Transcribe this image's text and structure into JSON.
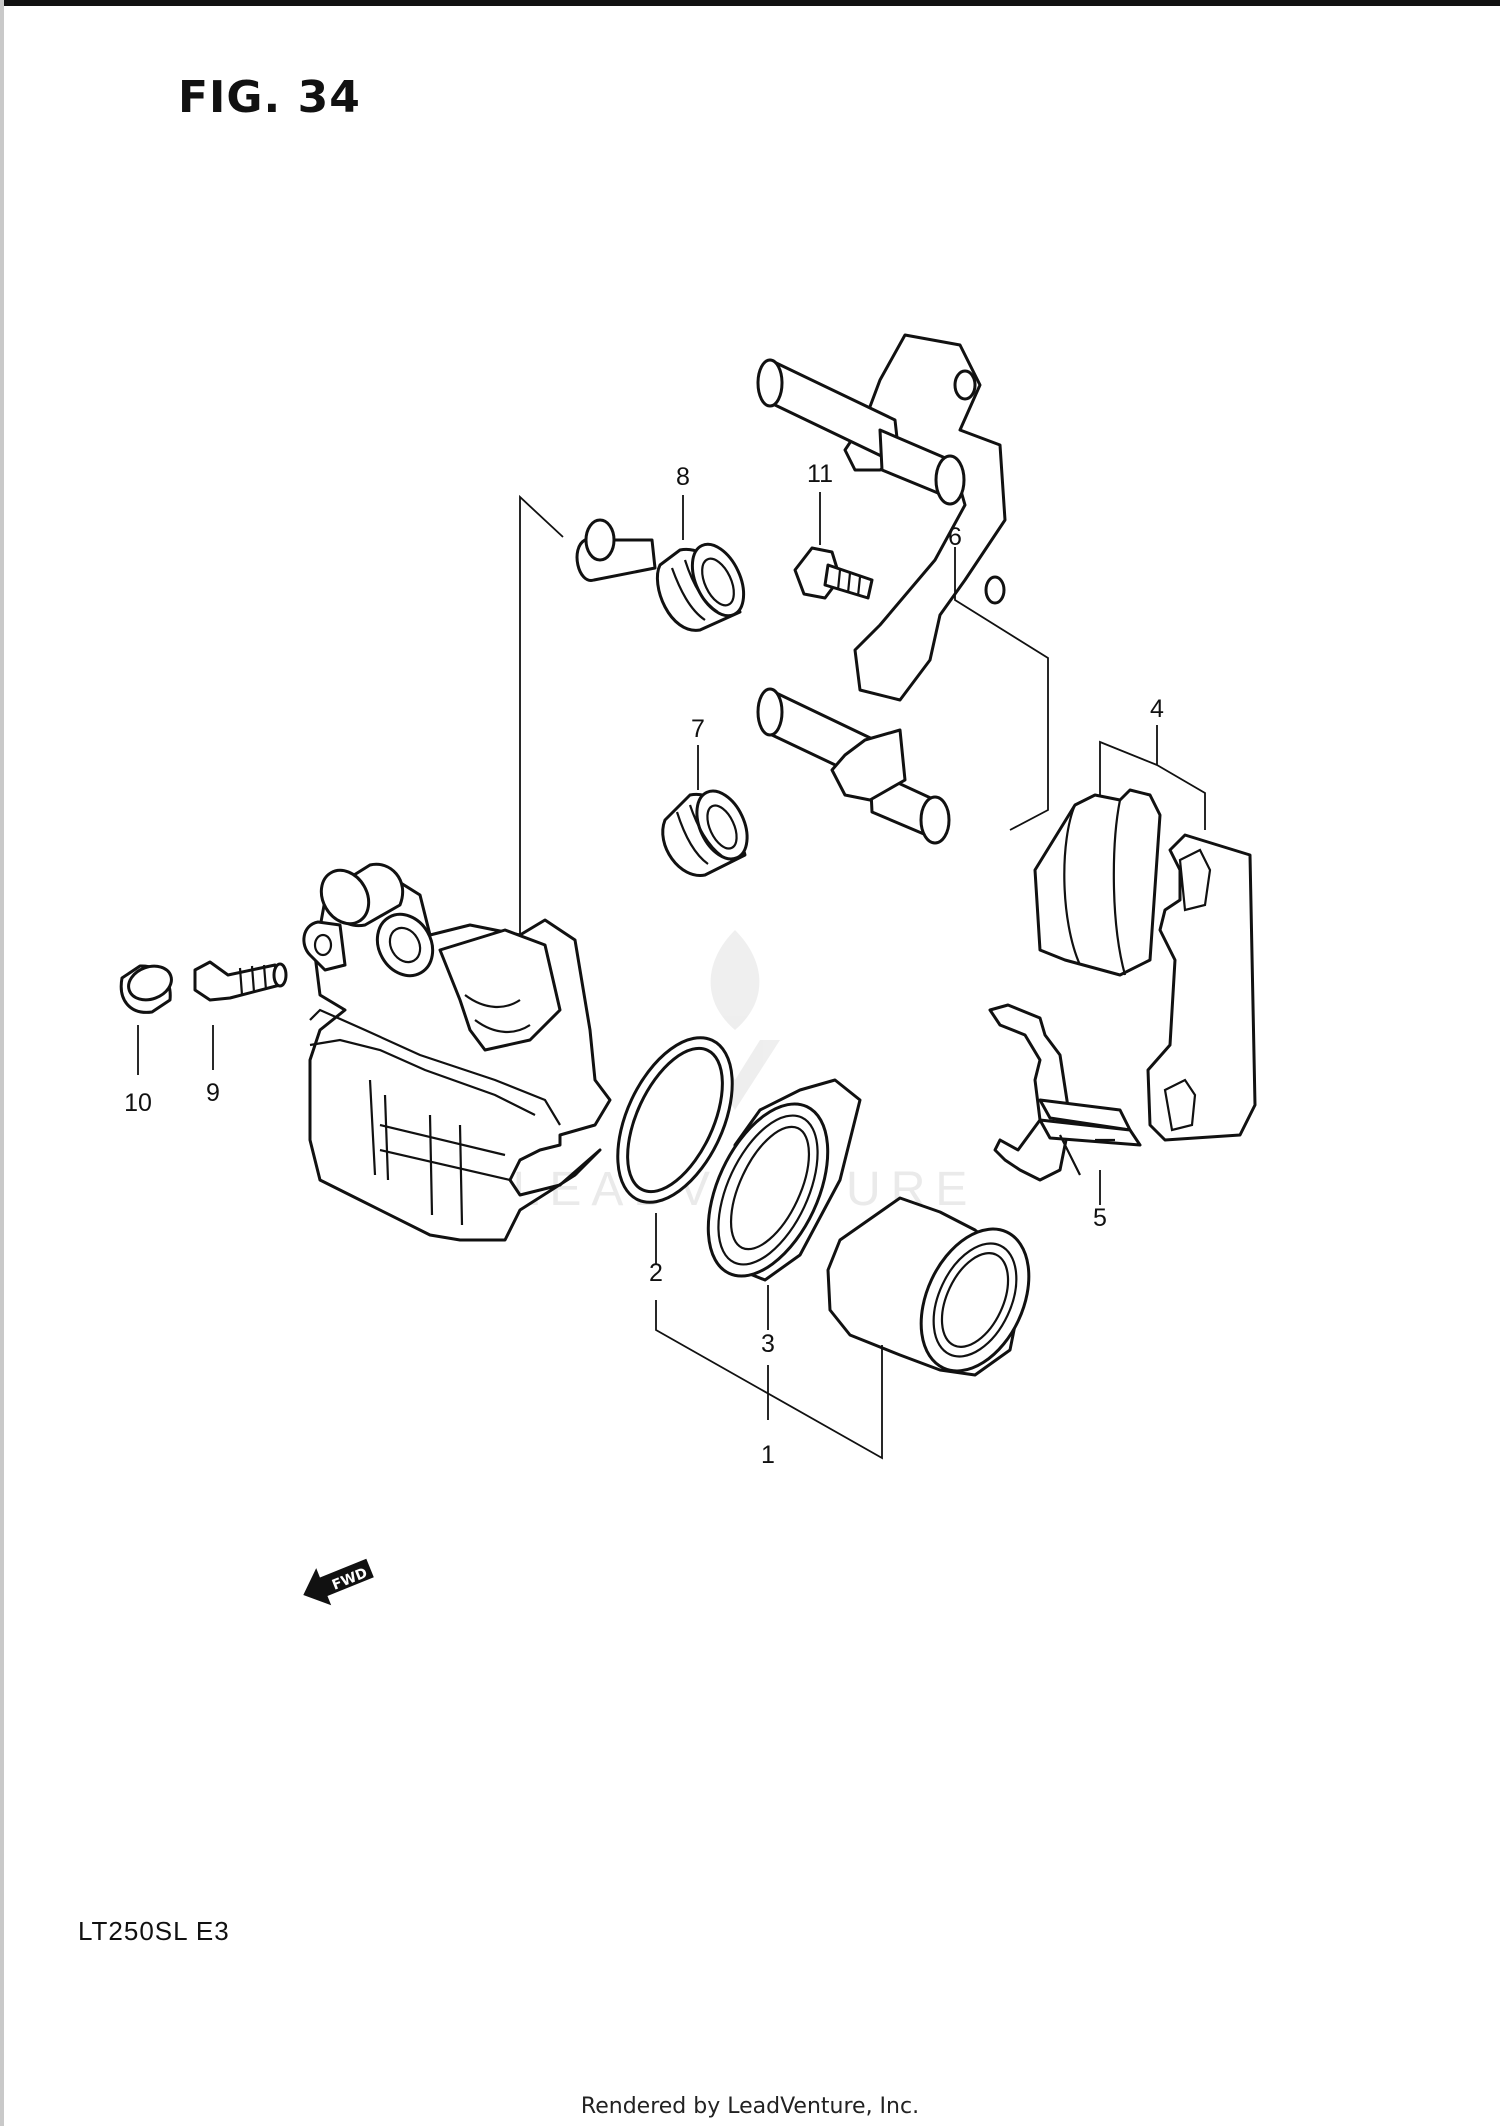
{
  "figure": {
    "title": "FIG. 34"
  },
  "model": {
    "code": "LT250SL  E3"
  },
  "footer": {
    "credit": "Rendered by LeadVenture, Inc."
  },
  "watermark": {
    "text": "LEADVENTURE"
  },
  "forward_arrow": {
    "label": "FWD"
  },
  "callouts": [
    {
      "id": "1",
      "label": "1",
      "part": "piston-set"
    },
    {
      "id": "2",
      "label": "2",
      "part": "piston-seal"
    },
    {
      "id": "3",
      "label": "3",
      "part": "dust-seal"
    },
    {
      "id": "4",
      "label": "4",
      "part": "brake-pad-set"
    },
    {
      "id": "5",
      "label": "5",
      "part": "pad-spring"
    },
    {
      "id": "6",
      "label": "6",
      "part": "caliper-holder"
    },
    {
      "id": "7",
      "label": "7",
      "part": "boot"
    },
    {
      "id": "8",
      "label": "8",
      "part": "pin-boot"
    },
    {
      "id": "9",
      "label": "9",
      "part": "bleeder-valve"
    },
    {
      "id": "10",
      "label": "10",
      "part": "bleeder-cap"
    },
    {
      "id": "11",
      "label": "11",
      "part": "bolt"
    }
  ],
  "colors": {
    "line": "#111111",
    "background": "#ffffff",
    "watermark": "#e6e6e6"
  }
}
